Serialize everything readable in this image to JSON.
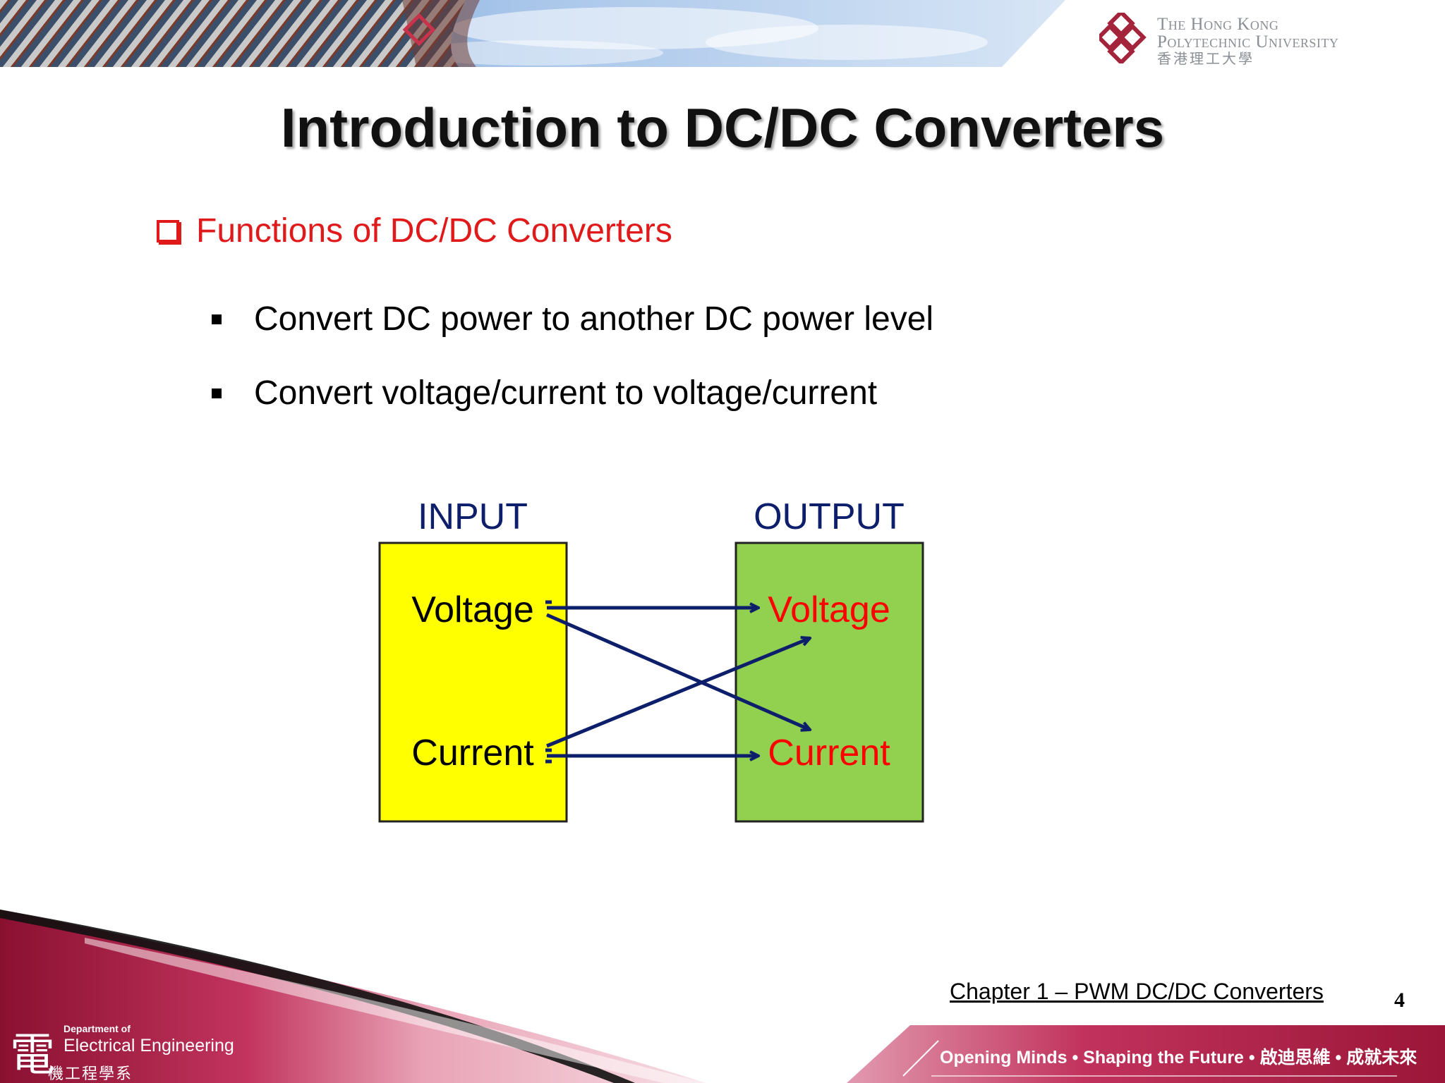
{
  "header": {
    "university_name_line1": "The Hong Kong",
    "university_name_line2": "Polytechnic University",
    "university_name_cn": "香港理工大學"
  },
  "slide": {
    "title": "Introduction to DC/DC Converters",
    "heading": "Functions of DC/DC Converters",
    "bullets": [
      "Convert DC power to another DC power level",
      "Convert voltage/current to voltage/current"
    ]
  },
  "diagram": {
    "input_label": "INPUT",
    "output_label": "OUTPUT",
    "input_items": [
      "Voltage",
      "Current"
    ],
    "output_items": [
      "Voltage",
      "Current"
    ],
    "colors": {
      "input_box": "#ffff00",
      "output_box": "#92d050",
      "arrow": "#0d1f6b",
      "output_text": "#ff0000",
      "header_text": "#0d1f6b"
    }
  },
  "footer": {
    "department_of": "Department of",
    "department_name": "Electrical Engineering",
    "department_cn": "機工程學系",
    "chapter": "Chapter 1 – PWM DC/DC Converters",
    "page_number": "4",
    "motto": "Opening Minds • Shaping the Future • 啟迪思維 • 成就未來"
  }
}
